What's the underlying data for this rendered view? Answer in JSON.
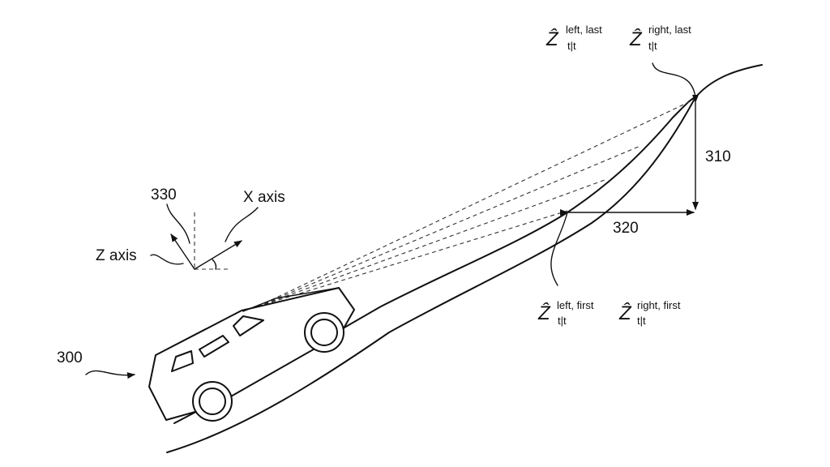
{
  "labels": {
    "vehicle_ref": "300",
    "height_ref": "310",
    "distance_ref": "320",
    "axes_ref": "330",
    "x_axis": "X axis",
    "z_axis": "Z axis"
  },
  "estimates": {
    "symbol": "Ẑ",
    "left_last_sup": "left, last",
    "right_last_sup": "right, last",
    "left_first_sup": "left, first",
    "right_first_sup": "right, first",
    "sub": "t|t"
  },
  "colors": {
    "line": "#111111",
    "dash": "#333333",
    "background": "#ffffff"
  }
}
